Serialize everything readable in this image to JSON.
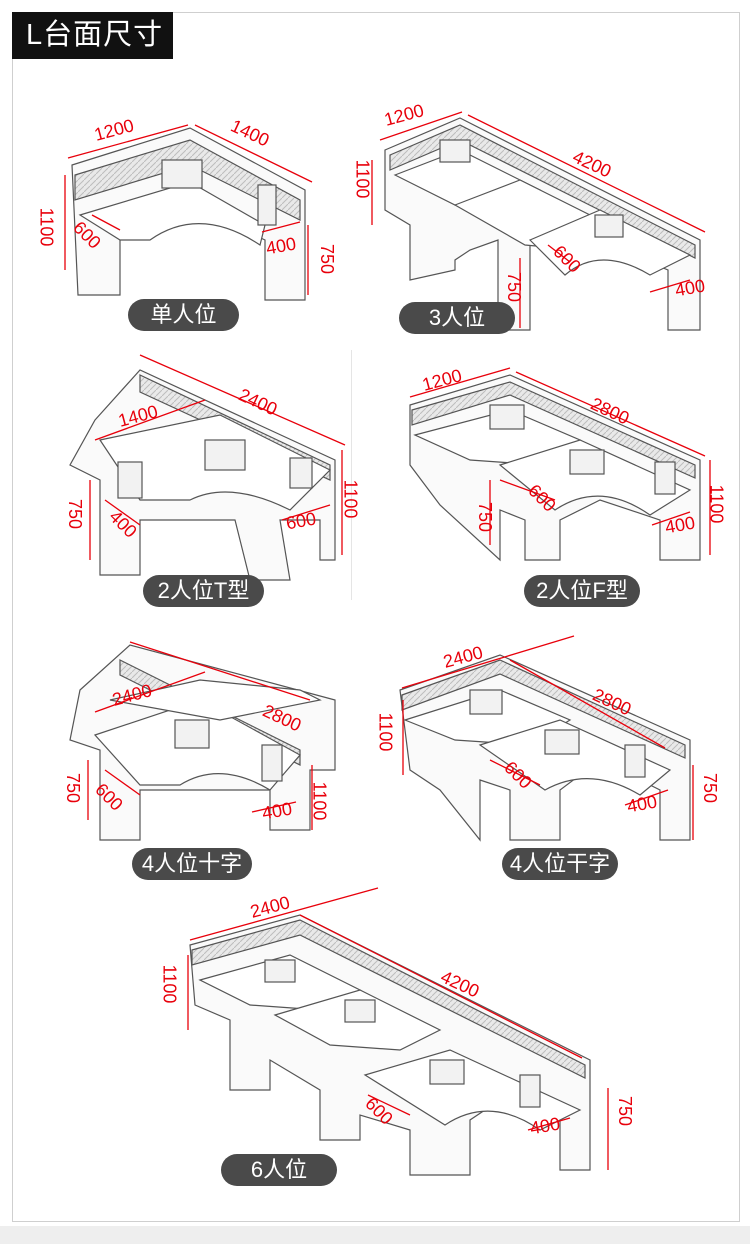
{
  "header": {
    "title": "L台面尺寸"
  },
  "configurations": [
    {
      "id": "single",
      "label": "单人位",
      "dims": [
        "1200",
        "1400",
        "1100",
        "600",
        "400",
        "750"
      ]
    },
    {
      "id": "three",
      "label": "3人位",
      "dims": [
        "1200",
        "4200",
        "1100",
        "600",
        "750",
        "400"
      ]
    },
    {
      "id": "two-t",
      "label": "2人位T型",
      "dims": [
        "2400",
        "1400",
        "750",
        "400",
        "600",
        "1100"
      ]
    },
    {
      "id": "two-f",
      "label": "2人位F型",
      "dims": [
        "1200",
        "2800",
        "600",
        "750",
        "400",
        "1100"
      ]
    },
    {
      "id": "four-cross",
      "label": "4人位十字",
      "dims": [
        "2400",
        "2800",
        "750",
        "600",
        "400",
        "1100"
      ]
    },
    {
      "id": "four-gan",
      "label": "4人位干字",
      "dims": [
        "2400",
        "2800",
        "1100",
        "600",
        "400",
        "750"
      ]
    },
    {
      "id": "six",
      "label": "6人位",
      "dims": [
        "2400",
        "1100",
        "4200",
        "600",
        "400",
        "750"
      ]
    }
  ],
  "colors": {
    "dimension": "#e8000b",
    "pill_bg": "#4a4a4a",
    "header_bg": "#111111"
  }
}
